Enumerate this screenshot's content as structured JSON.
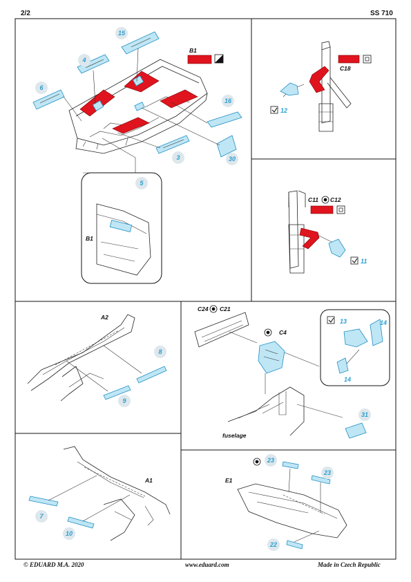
{
  "header": {
    "page": "2/2",
    "code": "SS 710"
  },
  "footer": {
    "copyright": "© EDUARD M.A. 2020",
    "web": "www.eduard.com",
    "origin": "Made in Czech Republic"
  },
  "panel_tl": {
    "parts": {
      "p15": "15",
      "p4": "4",
      "p6": "6",
      "p16": "16",
      "p30": "30",
      "p3": "3",
      "p5": "5"
    },
    "labels": {
      "b1": "B1",
      "b1_inset": "B1"
    }
  },
  "panel_tr1": {
    "parts": {
      "p12": "12"
    },
    "labels": {
      "c18": "C18"
    }
  },
  "panel_tr2": {
    "parts": {
      "p11": "11"
    },
    "labels": {
      "c11": "C11",
      "c12": "C12"
    }
  },
  "panel_ml": {
    "parts": {
      "p8": "8",
      "p9": "9"
    },
    "labels": {
      "a2": "A2"
    }
  },
  "panel_mr": {
    "parts": {
      "p13": "13",
      "p14a": "14",
      "p14b": "14",
      "p31": "31"
    },
    "labels": {
      "c24": "C24",
      "c21": "C21",
      "c4": "C4",
      "fuselage": "fuselage"
    }
  },
  "panel_bl": {
    "parts": {
      "p7": "7",
      "p10": "10"
    },
    "labels": {
      "a1": "A1"
    }
  },
  "panel_br": {
    "parts": {
      "p23a": "23",
      "p23b": "23",
      "p22": "22"
    },
    "labels": {
      "e1": "E1"
    }
  },
  "colors": {
    "accent_blue": "#2a9fd0",
    "part_red": "#e0141e"
  }
}
